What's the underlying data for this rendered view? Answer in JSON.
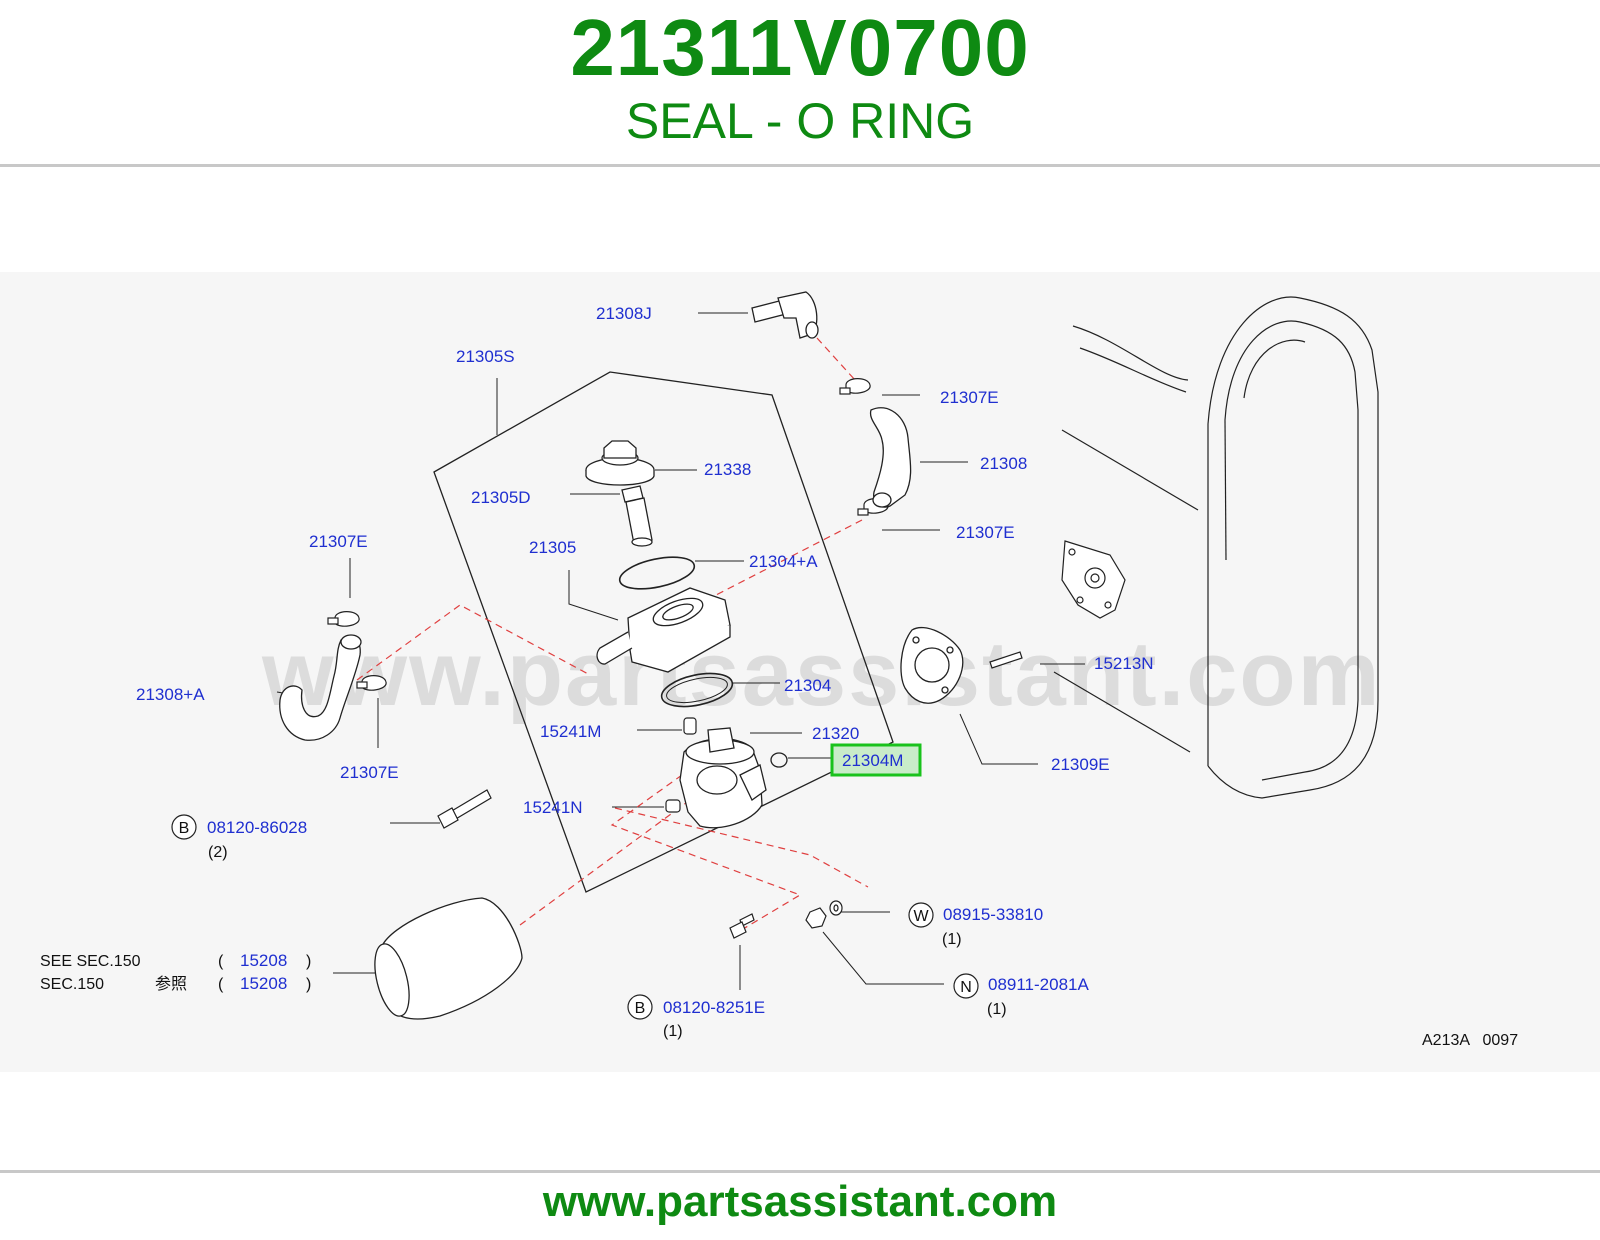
{
  "header": {
    "part_number": "21311V0700",
    "part_name": "SEAL - O RING"
  },
  "footer": {
    "url": "www.partsassistant.com"
  },
  "colors": {
    "brand_green": "#0e8a12",
    "label_blue": "#1f2fd0",
    "highlight_green": "#19c21c",
    "highlight_fill": "#c9ecc9",
    "dashed_red": "#e04040"
  },
  "diagram": {
    "watermark": "www.partsassistant.com",
    "reference_code": "A213A   0097",
    "highlighted_part": "21304M",
    "callouts": [
      {
        "id": "21308J",
        "text": "21308J"
      },
      {
        "id": "21305S",
        "text": "21305S"
      },
      {
        "id": "21307E-top",
        "text": "21307E"
      },
      {
        "id": "21338",
        "text": "21338"
      },
      {
        "id": "21308",
        "text": "21308"
      },
      {
        "id": "21305D",
        "text": "21305D"
      },
      {
        "id": "21307E-mid",
        "text": "21307E"
      },
      {
        "id": "21307E-left",
        "text": "21307E"
      },
      {
        "id": "21305",
        "text": "21305"
      },
      {
        "id": "21304A",
        "text": "21304+A"
      },
      {
        "id": "15213N",
        "text": "15213N"
      },
      {
        "id": "21308A",
        "text": "21308+A"
      },
      {
        "id": "21304",
        "text": "21304"
      },
      {
        "id": "15241M",
        "text": "15241M"
      },
      {
        "id": "21320",
        "text": "21320"
      },
      {
        "id": "21304M",
        "text": "21304M"
      },
      {
        "id": "21309E",
        "text": "21309E"
      },
      {
        "id": "21307E-bottom",
        "text": "21307E"
      },
      {
        "id": "15241N",
        "text": "15241N"
      },
      {
        "id": "08120-86028",
        "text": "08120-86028"
      },
      {
        "id": "08915-33810",
        "text": "08915-33810"
      },
      {
        "id": "08911-2081A",
        "text": "08911-2081A"
      },
      {
        "id": "08120-8251E",
        "text": "08120-8251E"
      }
    ],
    "symbols": {
      "bolt1": "B",
      "bolt2": "B",
      "washer": "W",
      "nut": "N"
    },
    "quantities": {
      "bolt1": "(2)",
      "washer": "(1)",
      "nut": "(1)",
      "bolt2": "(1)"
    },
    "see_section": {
      "line1_prefix": "SEE   SEC.150",
      "line2_prefix": "SEC.150",
      "line2_kanji": "参照",
      "open_paren": "(",
      "close_paren": ")",
      "link": "15208"
    }
  }
}
